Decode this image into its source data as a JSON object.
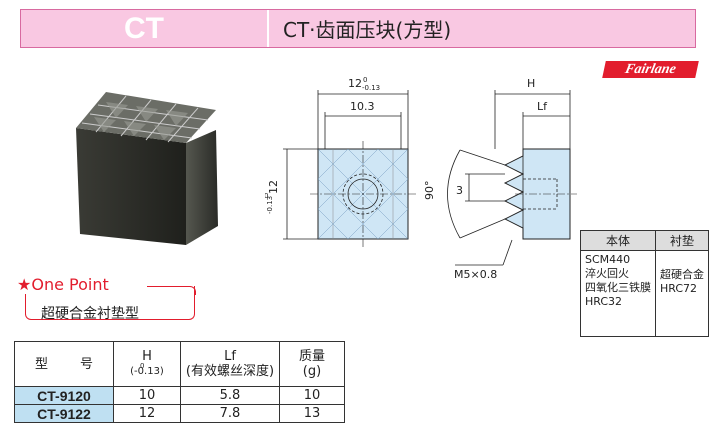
{
  "header": {
    "code": "CT",
    "title": "CT·齿面压块(方型)",
    "brand": "Fairlane"
  },
  "drawing": {
    "width_label": "12",
    "width_tol_upper": "0",
    "width_tol_lower": "-0.13",
    "inner_width": "10.3",
    "height_label": "12",
    "height_tol_upper": "0",
    "height_tol_lower": "-0.13",
    "dim_h": "H",
    "dim_lf": "Lf",
    "angle": "90°",
    "pitch": "3",
    "thread": "M5×0.8"
  },
  "material_table": {
    "headers": [
      "本体",
      "衬垫"
    ],
    "body": [
      "SCM440",
      "淬火回火",
      "四氧化三铁膜",
      "HRC32"
    ],
    "pad": [
      "超硬合金",
      "HRC72"
    ]
  },
  "one_point": {
    "title": "★One Point",
    "text": "超硬合金衬垫型"
  },
  "spec_table": {
    "headers": {
      "model_a": "型",
      "model_b": "号",
      "h": "H",
      "h_tol": "(-0.13)",
      "h_tol_upper": "0",
      "lf": "Lf",
      "lf_note": "(有效螺丝深度)",
      "mass": "质量",
      "mass_unit": "(g)"
    },
    "rows": [
      {
        "model": "CT-9120",
        "h": "10",
        "lf": "5.8",
        "mass": "10"
      },
      {
        "model": "CT-9122",
        "h": "12",
        "lf": "7.8",
        "mass": "13"
      }
    ]
  },
  "colors": {
    "header_bg": "#f9c8e2",
    "brand_red": "#e21d2d",
    "model_cell": "#bfe0f2",
    "drawing_fill": "#cfe6f5"
  }
}
